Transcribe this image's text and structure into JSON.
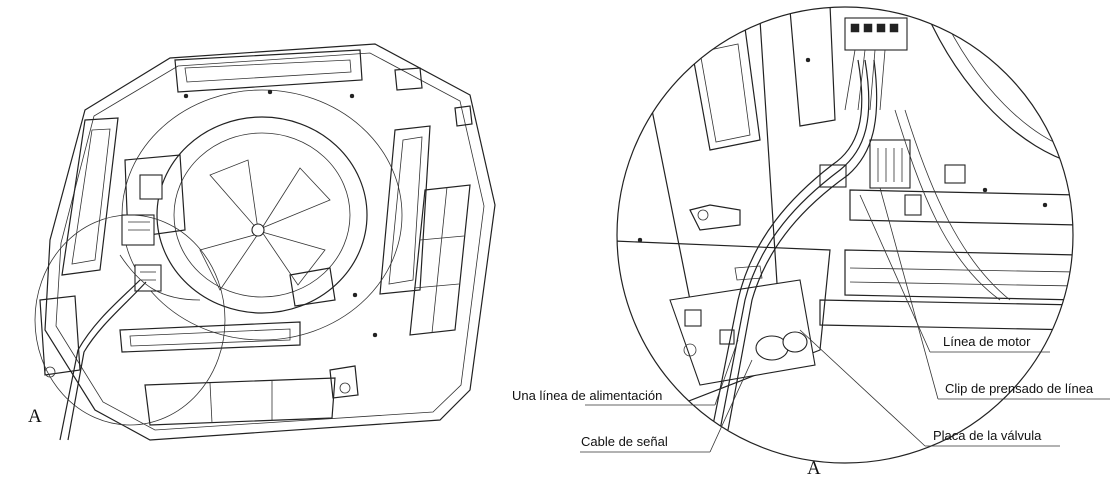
{
  "figure": {
    "left_view_marker": "A",
    "detail_marker": "A",
    "labels": {
      "motor_line": "Línea de motor",
      "line_clip": "Clip de prensado de línea",
      "power_line": "Una línea de alimentación",
      "signal_cable": "Cable de señal",
      "valve_plate": "Placa de la válvula"
    }
  }
}
